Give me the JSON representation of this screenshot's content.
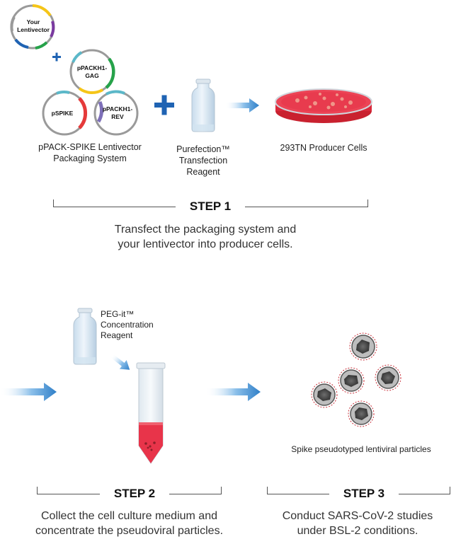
{
  "step1": {
    "plasmids": {
      "your_lentivector": [
        "Your",
        "Lentivector"
      ],
      "gag": [
        "pPACKH1-",
        "GAG"
      ],
      "spike": [
        "pSPIKE"
      ],
      "rev": [
        "pPACKH1-",
        "REV"
      ]
    },
    "packaging_label": [
      "pPACK-SPIKE Lentivector",
      "Packaging System"
    ],
    "reagent_label": [
      "Purefection™",
      "Transfection",
      "Reagent"
    ],
    "cells_label": "293TN Producer Cells",
    "title": "STEP 1",
    "desc": [
      "Transfect the packaging system and",
      "your lentivector into producer cells."
    ]
  },
  "step2": {
    "reagent_label": [
      "PEG-it™",
      "Concentration",
      "Reagent"
    ],
    "title": "STEP 2",
    "desc": [
      "Collect the cell culture medium and",
      "concentrate the pseudoviral particles."
    ]
  },
  "step3": {
    "particles_label": "Spike pseudotyped lentiviral particles",
    "title": "STEP 3",
    "desc": [
      "Conduct SARS-CoV-2 studies",
      "under BSL-2 conditions."
    ]
  },
  "colors": {
    "plus": "#1f63b3",
    "arrow": "#3f8fd3",
    "media_red": "#e8344a",
    "gag_green": "#26a24a",
    "spike_red": "#e53a3a",
    "rev_purple": "#7d6fb8"
  }
}
